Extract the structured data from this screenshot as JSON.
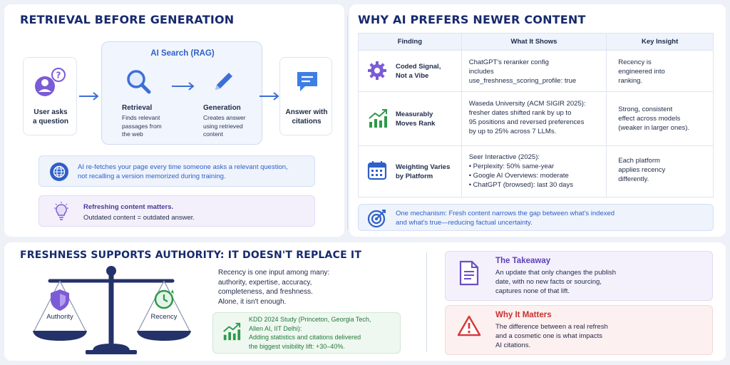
{
  "left_top": {
    "title": "RETRIEVAL BEFORE GENERATION",
    "user": "User asks\na question",
    "rag_label": "AI Search (RAG)",
    "retrieval_title": "Retrieval",
    "retrieval_desc": "Finds relevant\npassages from\nthe web",
    "generation_title": "Generation",
    "generation_desc": "Creates answer\nusing retrieved\ncontent",
    "answer": "Answer with\ncitations",
    "refetch_note": "AI re-fetches your page every time someone asks a relevant question,\nnot recalling a version memorized during training.",
    "refresh_title": "Refreshing content matters.",
    "refresh_sub": "Outdated content = outdated answer."
  },
  "right_top": {
    "title": "WHY AI PREFERS NEWER CONTENT",
    "headers": [
      "Finding",
      "What It Shows",
      "Key Insight"
    ],
    "rows": [
      {
        "icon": "gear-icon",
        "finding": "Coded Signal,\nNot a Vibe",
        "shows": "ChatGPT's reranker config\nincludes\nuse_freshness_scoring_profile: true",
        "insight": "Recency is\nengineered into\nranking."
      },
      {
        "icon": "trend-chart-icon",
        "finding": "Measurably\nMoves Rank",
        "shows": "Waseda University (ACM SIGIR 2025):\nfresher dates shifted rank by up to\n95 positions and reversed preferences\nby up to 25% across 7 LLMs.",
        "insight": "Strong, consistent\neffect across models\n(weaker in larger ones)."
      },
      {
        "icon": "calendar-icon",
        "finding": "Weighting Varies\nby Platform",
        "shows": "Seer Interactive (2025):\n• Perplexity: 50% same-year\n• Google AI Overviews: moderate\n• ChatGPT (browsed): last 30 days",
        "insight": "Each platform\napplies recency\ndifferently."
      }
    ],
    "mechanism": "One mechanism: Fresh content narrows the gap between what's indexed\nand what's true—reducing factual uncertainty."
  },
  "bottom_left": {
    "title": "FRESHNESS SUPPORTS AUTHORITY: IT DOESN'T REPLACE IT",
    "authority": "Authority",
    "recency": "Recency",
    "para": "Recency is one input among many:\nauthority, expertise, accuracy,\ncompleteness, and freshness.\nAlone, it isn't enough.",
    "kdd": "KDD 2024 Study (Princeton, Georgia Tech,\nAllen AI, IIT Delhi):\nAdding statistics and citations delivered\nthe biggest visibility lift: +30–40%."
  },
  "bottom_right": {
    "takeaway_title": "The Takeaway",
    "takeaway_text": "An update that only changes the publish\ndate, with no new facts or sourcing,\ncaptures none of that lift.",
    "matters_title": "Why It Matters",
    "matters_text": "The difference between a real refresh\nand a cosmetic one is what impacts\nAI citations."
  },
  "colors": {
    "navy": "#172a6e",
    "blue": "#2f6fd8",
    "purple": "#6a4fc8",
    "green": "#2e9a4a",
    "red": "#d63b3b"
  }
}
